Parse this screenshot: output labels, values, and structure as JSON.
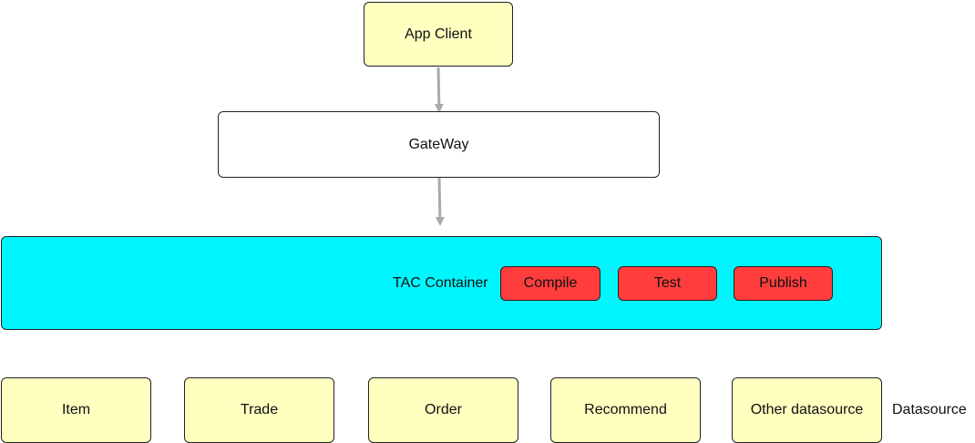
{
  "diagram": {
    "client": "App Client",
    "gateway": "GateWay",
    "container": {
      "label": "TAC Container",
      "actions": [
        "Compile",
        "Test",
        "Publish"
      ]
    },
    "datasources": [
      "Item",
      "Trade",
      "Order",
      "Recommend",
      "Other datasource"
    ],
    "datasource_label": "Datasource"
  },
  "colors": {
    "yellow": "#ffffc0",
    "cyan": "#00f6ff",
    "red": "#ff3d3d",
    "arrow": "#aaaaaa"
  }
}
